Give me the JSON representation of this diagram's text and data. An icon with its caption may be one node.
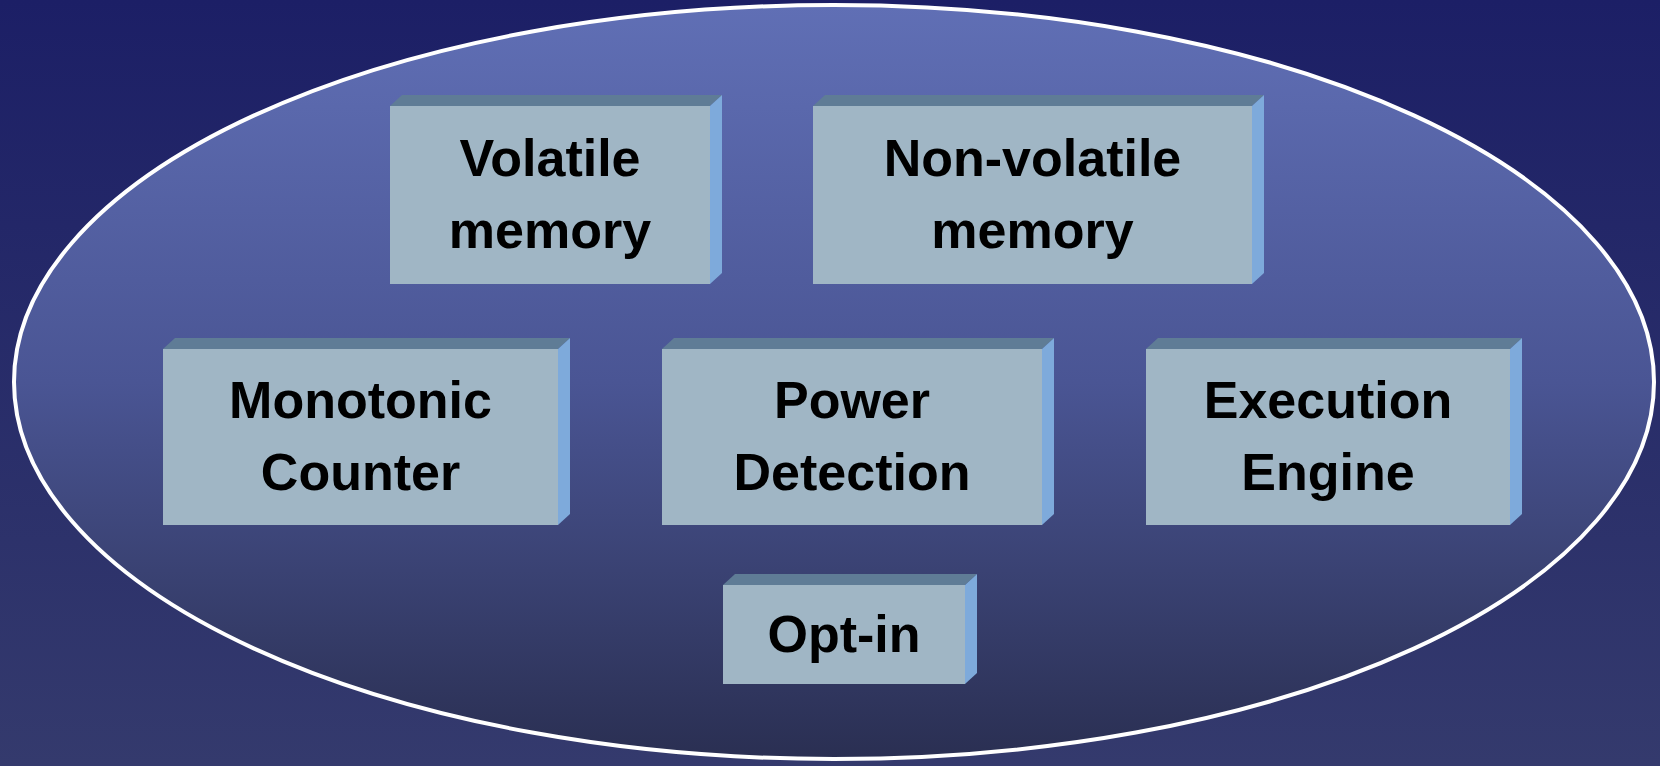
{
  "diagram": {
    "nodes": [
      {
        "text": [],
        "shape": "ellipse"
      },
      {
        "text": [
          "Volatile memory"
        ],
        "in": 0
      },
      {
        "text": [
          "Non-volatile memory"
        ],
        "in": 0
      },
      {
        "text": [
          "Monotonic Counter"
        ],
        "in": 0
      },
      {
        "text": [
          "Power Detection"
        ],
        "in": 0
      },
      {
        "text": [
          "Execution Engine"
        ],
        "in": 0
      },
      {
        "text": [
          "Opt-in"
        ],
        "in": 0
      }
    ]
  }
}
